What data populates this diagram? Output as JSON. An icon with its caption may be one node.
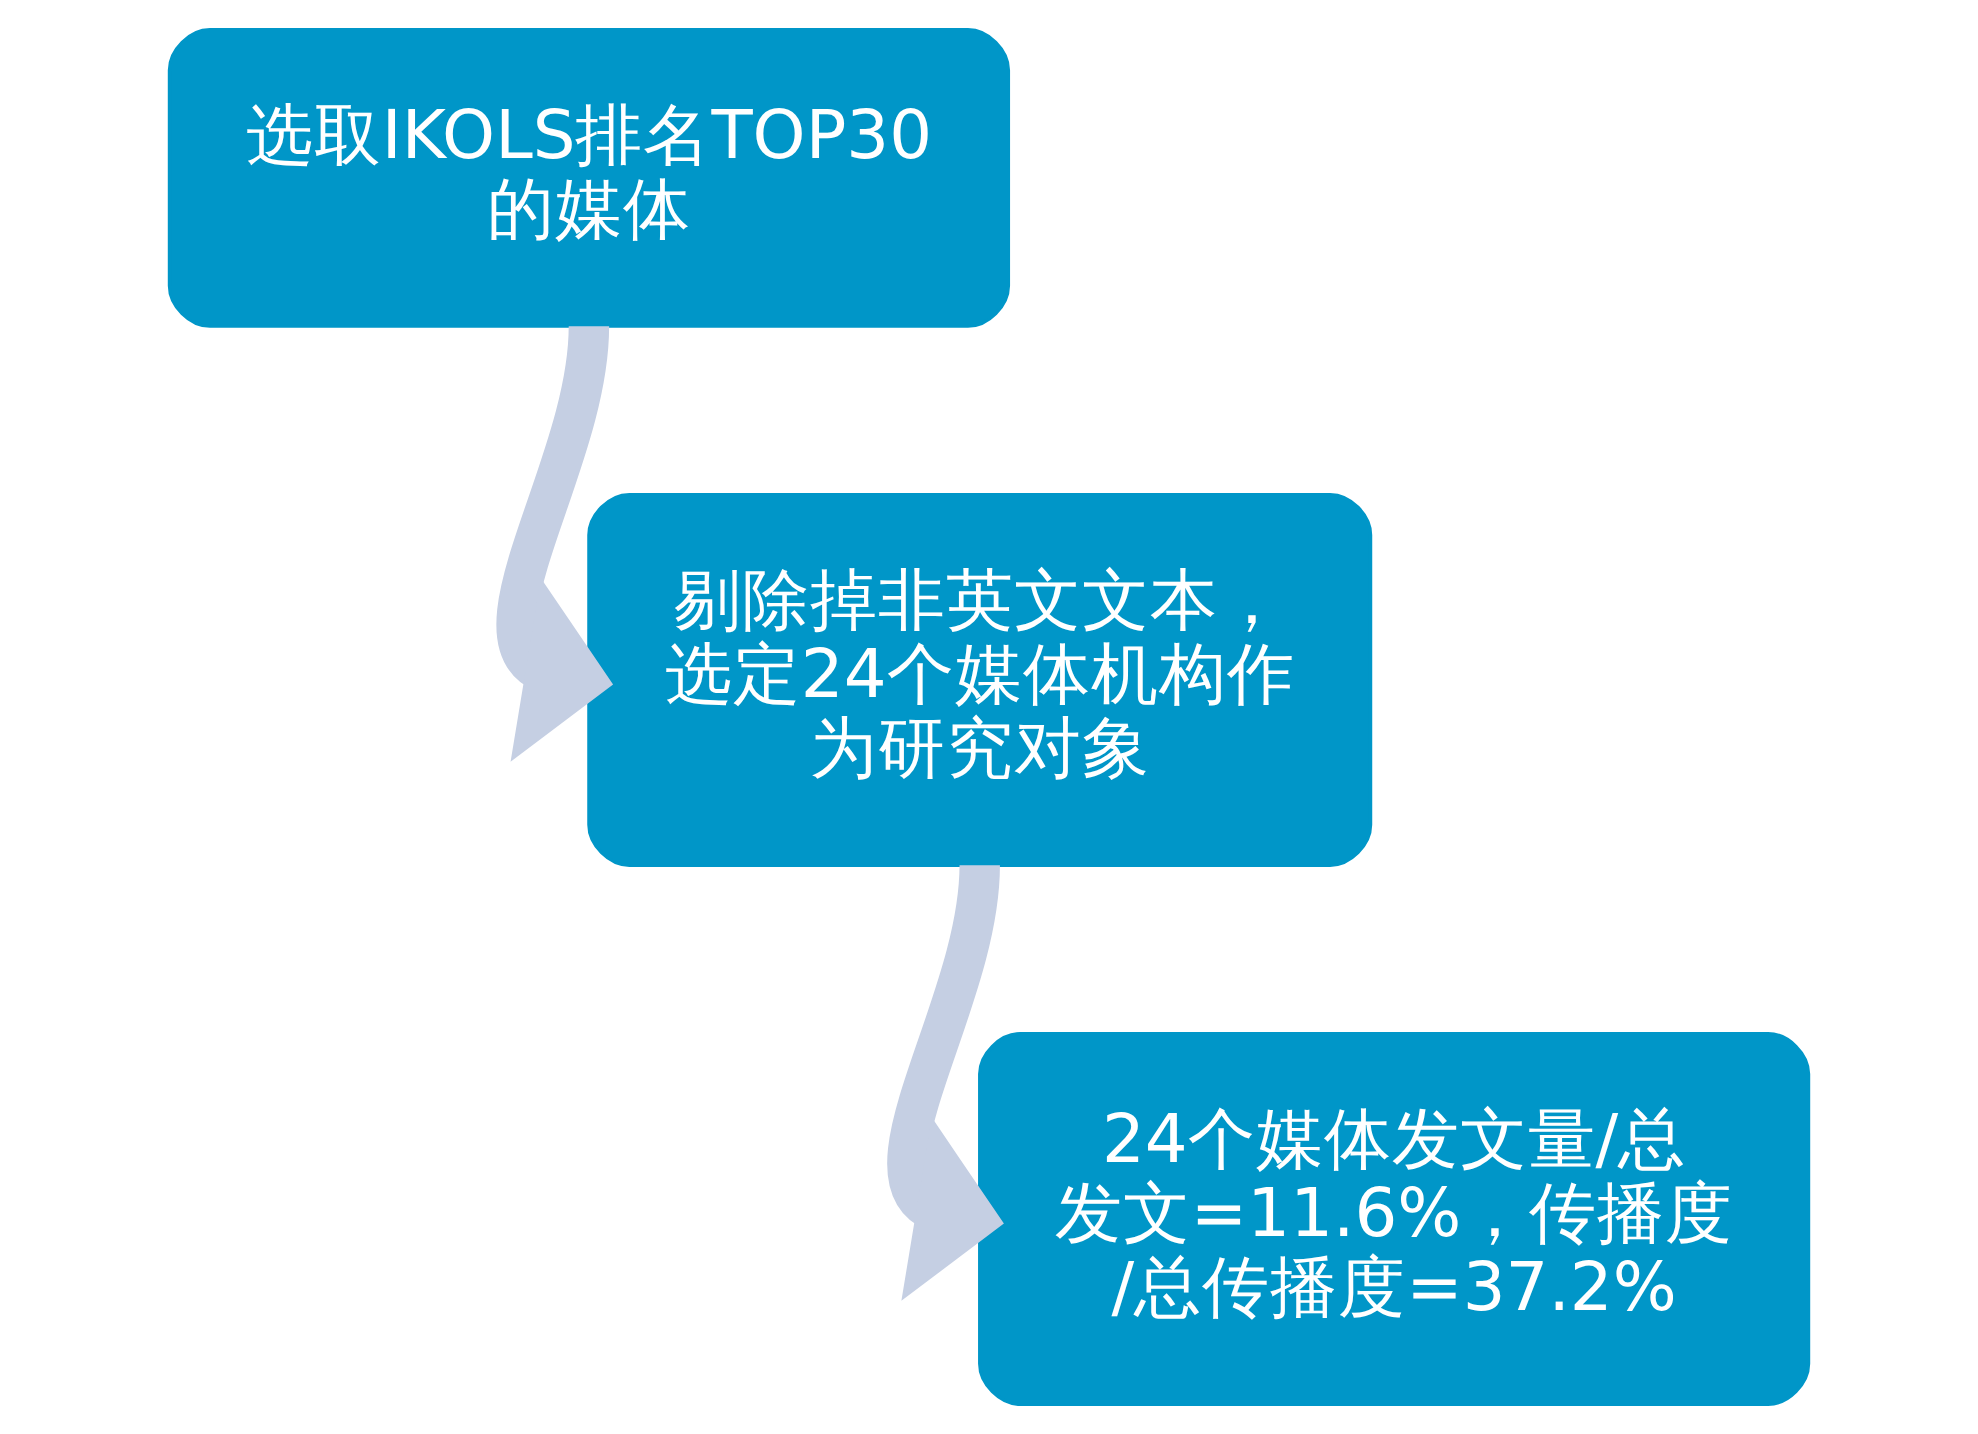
{
  "diagram": {
    "nodes": [
      {
        "text": [
          "选取IKOLS排名TOP30的媒体"
        ]
      },
      {
        "text": [
          "剔除掉非英文文本，选定24个媒体机构作为研究对象"
        ]
      },
      {
        "text": [
          "24个媒体发文量/总发文=11.6%，传播度/总传播度=37.2%"
        ]
      }
    ],
    "edges": [
      {
        "from": 0,
        "to": 1,
        "arrow": "to"
      },
      {
        "from": 1,
        "to": 2,
        "arrow": "to"
      }
    ]
  }
}
